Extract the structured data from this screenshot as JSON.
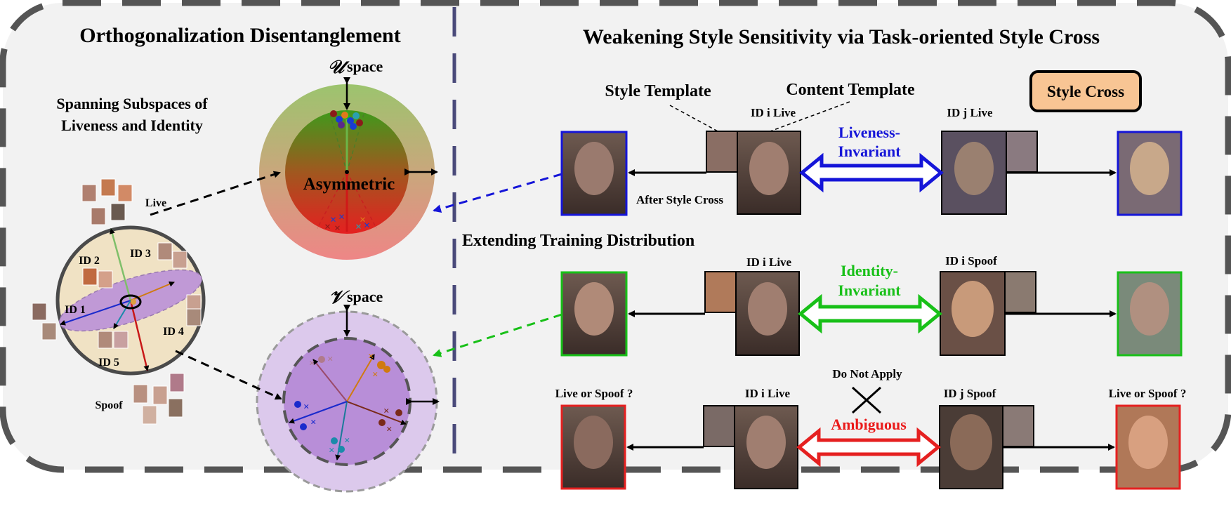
{
  "left_panel": {
    "title": "Orthogonalization Disentanglement",
    "subtitle_line1": "Spanning Subspaces of",
    "subtitle_line2": "Liveness and Identity",
    "u_space_symbol": "𝒰",
    "u_space_word": "space",
    "v_space_symbol": "𝒱",
    "v_space_word": "space",
    "asymmetric_label": "Asymmetric",
    "live_label": "Live",
    "spoof_label": "Spoof",
    "id_labels": [
      "ID 1",
      "ID 2",
      "ID 3",
      "ID 4",
      "ID 5"
    ]
  },
  "right_panel": {
    "title": "Weakening Style Sensitivity via Task-oriented Style Cross",
    "style_template": "Style Template",
    "content_template": "Content Template",
    "style_cross_box": "Style Cross",
    "after_style_cross": "After Style Cross",
    "extending_training": "Extending Training Distribution",
    "row1": {
      "left_caption": "ID i Live",
      "right_caption": "ID j Live",
      "relation_line1": "Liveness-",
      "relation_line2": "Invariant"
    },
    "row2": {
      "left_caption": "ID i Live",
      "right_caption": "ID i Spoof",
      "relation_line1": "Identity-",
      "relation_line2": "Invariant"
    },
    "row3": {
      "left_caption": "ID i Live",
      "right_caption": "ID j Spoof",
      "relation": "Ambiguous",
      "do_not_apply": "Do Not Apply",
      "query_left": "Live or Spoof ?",
      "query_right": "Live or Spoof ?"
    }
  },
  "colors": {
    "liveness": "#1515d8",
    "identity": "#18c018",
    "ambiguous": "#ea1a1a",
    "style_cross_fill": "#f8c594",
    "panel_bg": "#f2f2f2",
    "border_dash": "#555555",
    "divider": "#4a4a7a"
  }
}
